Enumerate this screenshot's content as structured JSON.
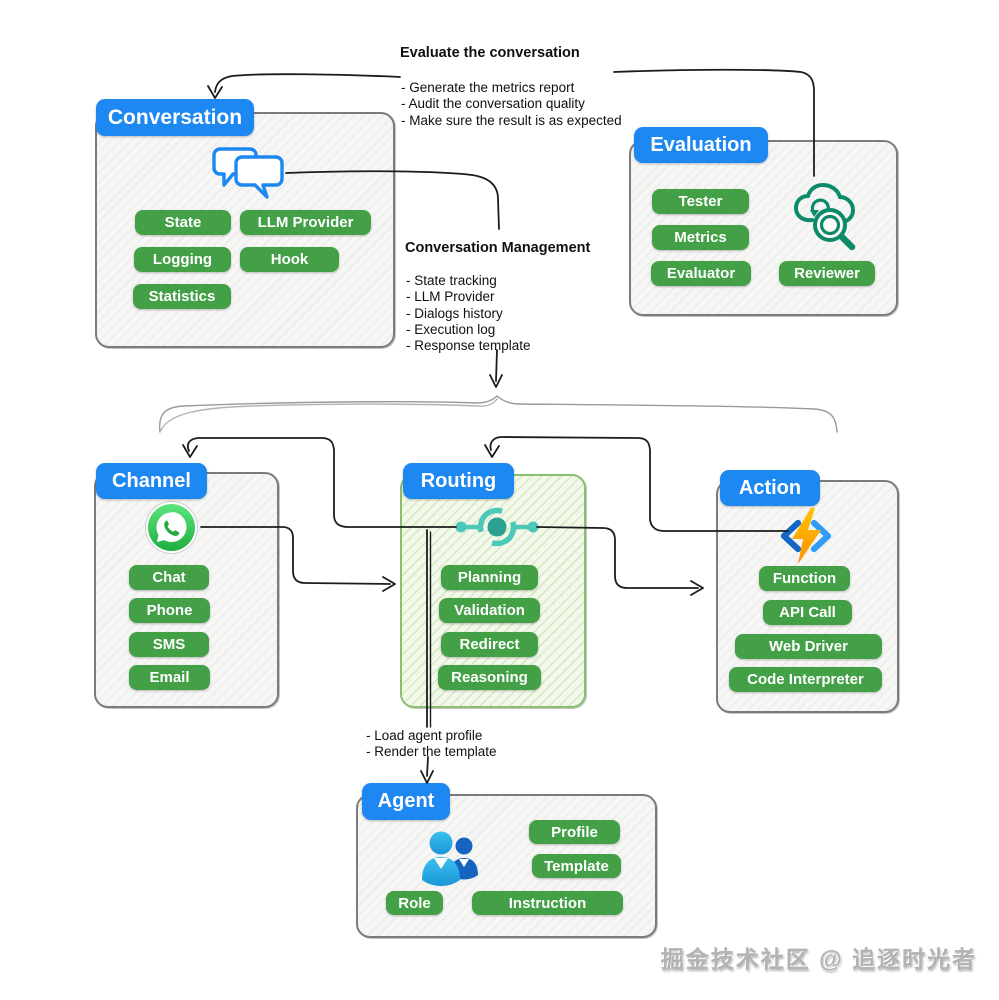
{
  "annotations": {
    "evaluate": {
      "title": "Evaluate the conversation",
      "items": [
        "- Generate the metrics report",
        "- Audit the conversation quality",
        "- Make sure the result is as expected"
      ]
    },
    "management": {
      "title": "Conversation Management",
      "items": [
        "- State tracking",
        "- LLM Provider",
        "- Dialogs history",
        "- Execution log",
        "- Response template"
      ]
    },
    "agent_load": {
      "items": [
        "- Load agent profile",
        "- Render the template"
      ]
    }
  },
  "nodes": {
    "conversation": {
      "title": "Conversation",
      "icon": "chat-bubbles-icon",
      "pills": [
        "State",
        "LLM Provider",
        "Logging",
        "Hook",
        "Statistics"
      ]
    },
    "evaluation": {
      "title": "Evaluation",
      "icon": "cloud-search-icon",
      "pills": [
        "Tester",
        "Metrics",
        "Evaluator",
        "Reviewer"
      ]
    },
    "channel": {
      "title": "Channel",
      "icon": "whatsapp-icon",
      "pills": [
        "Chat",
        "Phone",
        "SMS",
        "Email"
      ]
    },
    "routing": {
      "title": "Routing",
      "icon": "hub-icon",
      "pills": [
        "Planning",
        "Validation",
        "Redirect",
        "Reasoning"
      ]
    },
    "action": {
      "title": "Action",
      "icon": "lightning-icon",
      "pills": [
        "Function",
        "API Call",
        "Web Driver",
        "Code Interpreter"
      ]
    },
    "agent": {
      "title": "Agent",
      "icon": "people-icon",
      "pills": [
        "Profile",
        "Template",
        "Role",
        "Instruction"
      ]
    }
  },
  "watermark": "掘金技术社区 @ 追逐时光者",
  "colors": {
    "header_blue": "#1e88f2",
    "pill_green": "#43a047",
    "box_border_gray": "#7b7b7b",
    "routing_border_green": "#8abf6d",
    "connector_black": "#1c1c1c",
    "brace_gray": "#9a9a9a",
    "whatsapp_green": "#2bb826",
    "hub_teal": "#4cc8b8",
    "eval_icon_teal": "#0d8a6a",
    "bolt_yellow": "#ffb300",
    "person_light_blue": "#31b6e8",
    "person_dark_blue": "#1565c0"
  }
}
